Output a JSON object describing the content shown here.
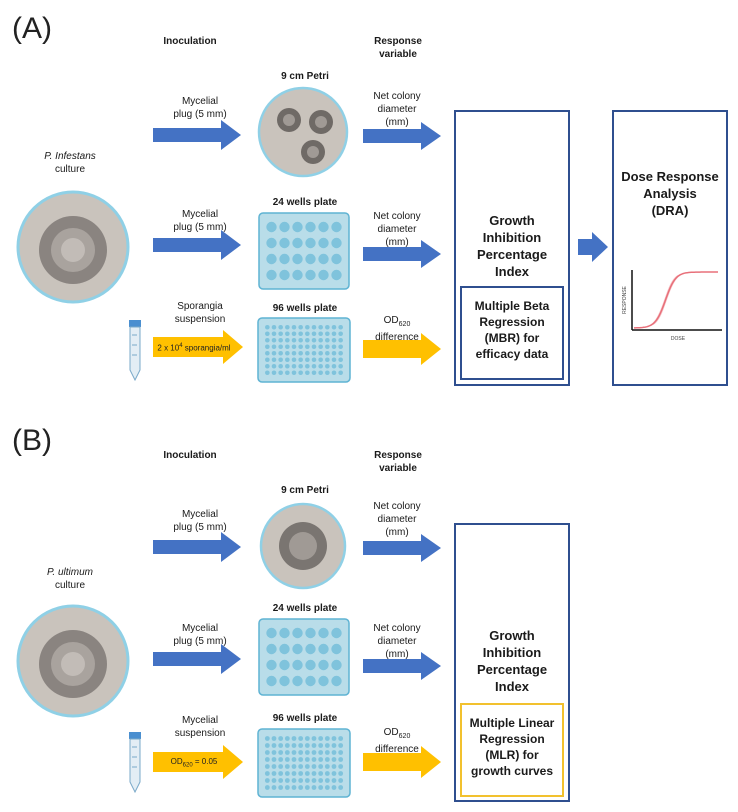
{
  "panel_a": {
    "label": "(A)",
    "inoculation_header": "Inoculation",
    "response_header_1": "Response",
    "response_header_2": "variable",
    "culture_species": "P. Infestans",
    "culture_word": "culture",
    "rows": [
      {
        "inoc_1": "Mycelial",
        "inoc_2": "plug (5 mm)",
        "vessel": "9 cm Petri",
        "resp_1": "Net colony",
        "resp_2": "diameter",
        "resp_3": "(mm)"
      },
      {
        "inoc_1": "Mycelial",
        "inoc_2": "plug (5 mm)",
        "vessel": "24 wells plate",
        "resp_1": "Net colony",
        "resp_2": "diameter",
        "resp_3": "(mm)"
      },
      {
        "inoc_1": "Sporangia",
        "inoc_2": "suspension",
        "chip_base": "2 x 10",
        "chip_sup": "4",
        "chip_unit": " sporangia/ml",
        "vessel": "96 wells plate",
        "resp_1": "OD",
        "resp_sub": "620",
        "resp_2": "difference"
      }
    ],
    "index_1": "Growth",
    "index_2": "Inhibition",
    "index_3": "Percentage",
    "index_4": "Index",
    "model_1": "Multiple Beta",
    "model_2": "Regression",
    "model_3": "(MBR) for",
    "model_4": "efficacy data",
    "dra_1": "Dose Response",
    "dra_2": "Analysis",
    "dra_3": "(DRA)",
    "dra_chart": {
      "ylabel": "RESPONSE",
      "xlabel": "DOSE"
    }
  },
  "panel_b": {
    "label": "(B)",
    "inoculation_header": "Inoculation",
    "response_header_1": "Response",
    "response_header_2": "variable",
    "culture_species": "P. ultimum",
    "culture_word": "culture",
    "rows": [
      {
        "inoc_1": "Mycelial",
        "inoc_2": "plug (5 mm)",
        "vessel": "9 cm Petri",
        "resp_1": "Net colony",
        "resp_2": "diameter",
        "resp_3": "(mm)"
      },
      {
        "inoc_1": "Mycelial",
        "inoc_2": "plug (5 mm)",
        "vessel": "24 wells plate",
        "resp_1": "Net colony",
        "resp_2": "diameter",
        "resp_3": "(mm)"
      },
      {
        "inoc_1": "Mycelial",
        "inoc_2": "suspension",
        "chip_base": "OD",
        "chip_sub": "620",
        "chip_unit": " = 0.05",
        "vessel": "96 wells plate",
        "resp_1": "OD",
        "resp_sub": "620",
        "resp_2": "difference"
      }
    ],
    "index_1": "Growth",
    "index_2": "Inhibition",
    "index_3": "Percentage",
    "index_4": "Index",
    "model_1": "Multiple Linear",
    "model_2": "Regression",
    "model_3": "(MLR) for",
    "model_4": "growth curves"
  },
  "colors": {
    "blue_arrow": "#4472c4",
    "yellow_arrow": "#ffc000",
    "box_border": "#2f4f8f",
    "yellow_border": "#f2c12e",
    "petri_fill": "#c9c3bc",
    "plate_fill": "#b9dde9",
    "well_fill": "#7fc3dc",
    "sigmoid": "#e8707a"
  }
}
